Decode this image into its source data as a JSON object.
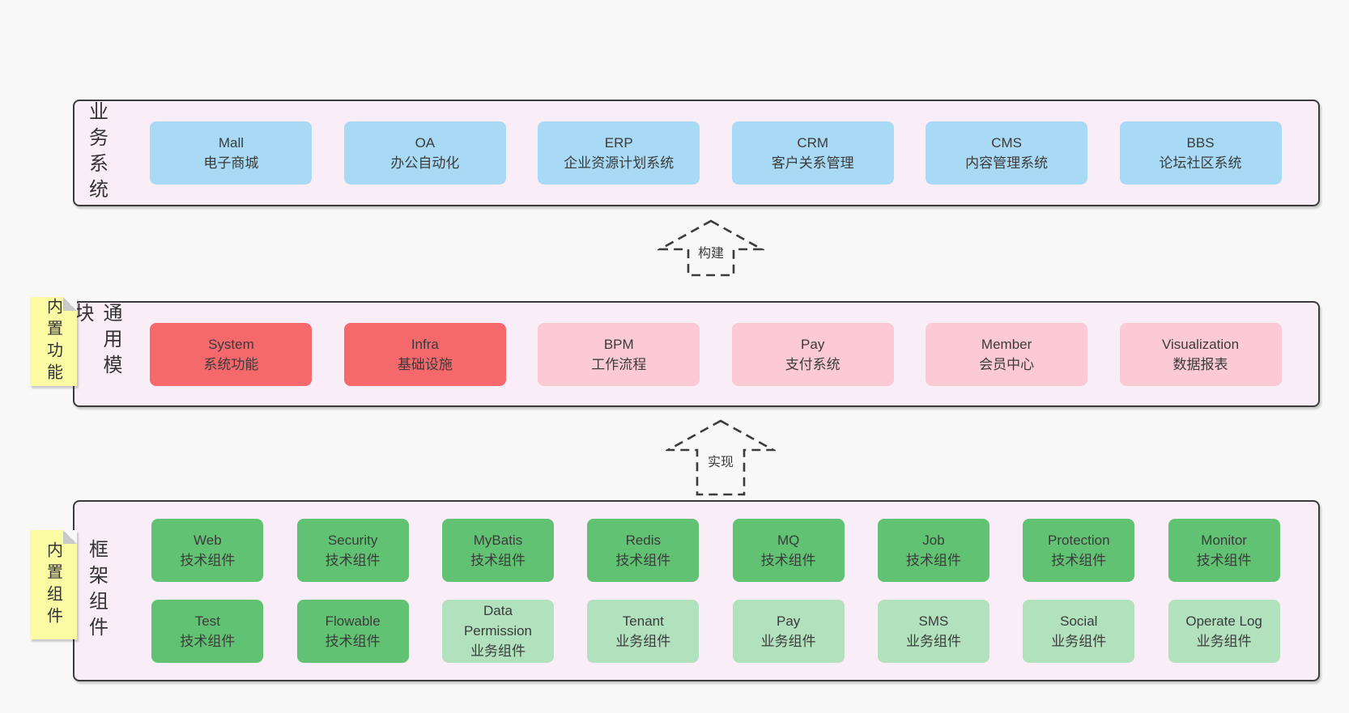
{
  "palette": {
    "page_bg": "#f8f8f8",
    "band_bg": "#f9edf7",
    "band_border": "#3b3b3b",
    "blue": "#a8daf5",
    "red": "#f5686c",
    "pink": "#fbcad4",
    "green": "#62c273",
    "green_light": "#b2e1bd",
    "sticky_yellow": "#fbfba4",
    "sticky_fold": "#c9c9c9",
    "text": "#3b3b3b"
  },
  "arrows": [
    {
      "icon": "up-arrow",
      "label": "构建"
    },
    {
      "icon": "up-arrow",
      "label": "实现"
    }
  ],
  "bands": {
    "business": {
      "label": "业务系统",
      "boxes": [
        {
          "name": "Mall",
          "subtitle": "电子商城",
          "variant": "blue"
        },
        {
          "name": "OA",
          "subtitle": "办公自动化",
          "variant": "blue"
        },
        {
          "name": "ERP",
          "subtitle": "企业资源计划系统",
          "variant": "blue"
        },
        {
          "name": "CRM",
          "subtitle": "客户关系管理",
          "variant": "blue"
        },
        {
          "name": "CMS",
          "subtitle": "内容管理系统",
          "variant": "blue"
        },
        {
          "name": "BBS",
          "subtitle": "论坛社区系统",
          "variant": "blue"
        }
      ]
    },
    "modules": {
      "label": "通用模块",
      "sticky": "内置功能",
      "boxes": [
        {
          "name": "System",
          "subtitle": "系统功能",
          "variant": "red"
        },
        {
          "name": "Infra",
          "subtitle": "基础设施",
          "variant": "red"
        },
        {
          "name": "BPM",
          "subtitle": "工作流程",
          "variant": "pink"
        },
        {
          "name": "Pay",
          "subtitle": "支付系统",
          "variant": "pink"
        },
        {
          "name": "Member",
          "subtitle": "会员中心",
          "variant": "pink"
        },
        {
          "name": "Visualization",
          "subtitle": "数据报表",
          "variant": "pink"
        }
      ]
    },
    "components": {
      "label": "框架组件",
      "sticky": "内置组件",
      "rows": [
        [
          {
            "name": "Web",
            "subtitle": "技术组件",
            "variant": "green"
          },
          {
            "name": "Security",
            "subtitle": "技术组件",
            "variant": "green"
          },
          {
            "name": "MyBatis",
            "subtitle": "技术组件",
            "variant": "green"
          },
          {
            "name": "Redis",
            "subtitle": "技术组件",
            "variant": "green"
          },
          {
            "name": "MQ",
            "subtitle": "技术组件",
            "variant": "green"
          },
          {
            "name": "Job",
            "subtitle": "技术组件",
            "variant": "green"
          },
          {
            "name": "Protection",
            "subtitle": "技术组件",
            "variant": "green"
          },
          {
            "name": "Monitor",
            "subtitle": "技术组件",
            "variant": "green"
          }
        ],
        [
          {
            "name": "Test",
            "subtitle": "技术组件",
            "variant": "green"
          },
          {
            "name": "Flowable",
            "subtitle": "技术组件",
            "variant": "green"
          },
          {
            "name": "Data Permission",
            "subtitle": "业务组件",
            "variant": "green-light"
          },
          {
            "name": "Tenant",
            "subtitle": "业务组件",
            "variant": "green-light"
          },
          {
            "name": "Pay",
            "subtitle": "业务组件",
            "variant": "green-light"
          },
          {
            "name": "SMS",
            "subtitle": "业务组件",
            "variant": "green-light"
          },
          {
            "name": "Social",
            "subtitle": "业务组件",
            "variant": "green-light"
          },
          {
            "name": "Operate Log",
            "subtitle": "业务组件",
            "variant": "green-light"
          }
        ]
      ]
    }
  }
}
